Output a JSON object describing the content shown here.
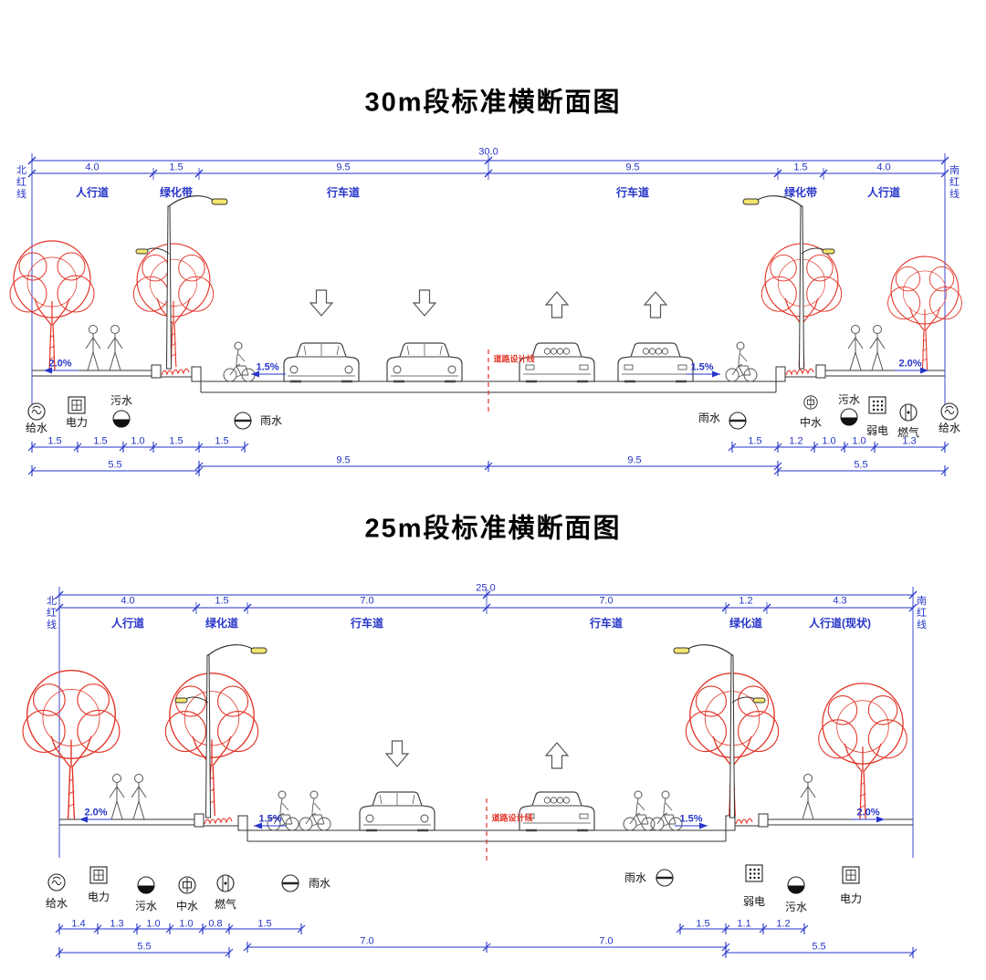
{
  "colors": {
    "dim_blue": "#2635c8",
    "drawing_red": "#e23326",
    "black": "#111111"
  },
  "s30": {
    "title": "30m段标准横断面图",
    "total": "30.0",
    "edge_left": "北红线",
    "edge_right": "南红线",
    "dims": [
      "4.0",
      "1.5",
      "9.5",
      "9.5",
      "1.5",
      "4.0"
    ],
    "labels": [
      "人行道",
      "绿化带",
      "行车道",
      "行车道",
      "绿化带",
      "人行道"
    ],
    "slopes": [
      "2.0%",
      "1.5%",
      "1.5%",
      "2.0%"
    ],
    "design_line": "道路设计线",
    "utils": {
      "ul1": "给水",
      "ul2": "电力",
      "ul3": "污水",
      "uc1": "雨水",
      "uc2": "雨水",
      "ur1": "中水",
      "ur2": "污水",
      "ur3": "弱电",
      "ur4": "燃气",
      "ur5": "给水"
    },
    "dims_bl": [
      "1.5",
      "1.5",
      "1.0",
      "1.5",
      "1.5"
    ],
    "sum_bl": "5.5",
    "dims_bc": [
      "9.5",
      "9.5"
    ],
    "dims_br": [
      "1.5",
      "1.2",
      "1.0",
      "1.0",
      "1.3"
    ],
    "sum_br": "5.5"
  },
  "s25": {
    "title": "25m段标准横断面图",
    "total": "25.0",
    "edge_left": "北红线",
    "edge_right": "南红线",
    "dims": [
      "4.0",
      "1.5",
      "7.0",
      "7.0",
      "1.2",
      "4.3"
    ],
    "labels": [
      "人行道",
      "绿化道",
      "行车道",
      "行车道",
      "绿化道",
      "人行道(现状)"
    ],
    "slopes": [
      "2.0%",
      "1.5%",
      "1.5%",
      "2.0%"
    ],
    "design_line": "道路设计线",
    "utils": {
      "ul1": "给水",
      "ul2": "电力",
      "ul3": "污水",
      "ul4": "中水",
      "ul5": "燃气",
      "uc1": "雨水",
      "uc2": "雨水",
      "ur1": "弱电",
      "ur2": "污水",
      "ur3": "电力"
    },
    "dims_bl": [
      "1.4",
      "1.3",
      "1.0",
      "1.0",
      "0.8",
      "1.5"
    ],
    "sum_bl": "5.5",
    "dims_bc": [
      "7.0",
      "7.0"
    ],
    "dims_br": [
      "1.5",
      "1.1",
      "1.2"
    ],
    "sum_br": "5.5"
  }
}
